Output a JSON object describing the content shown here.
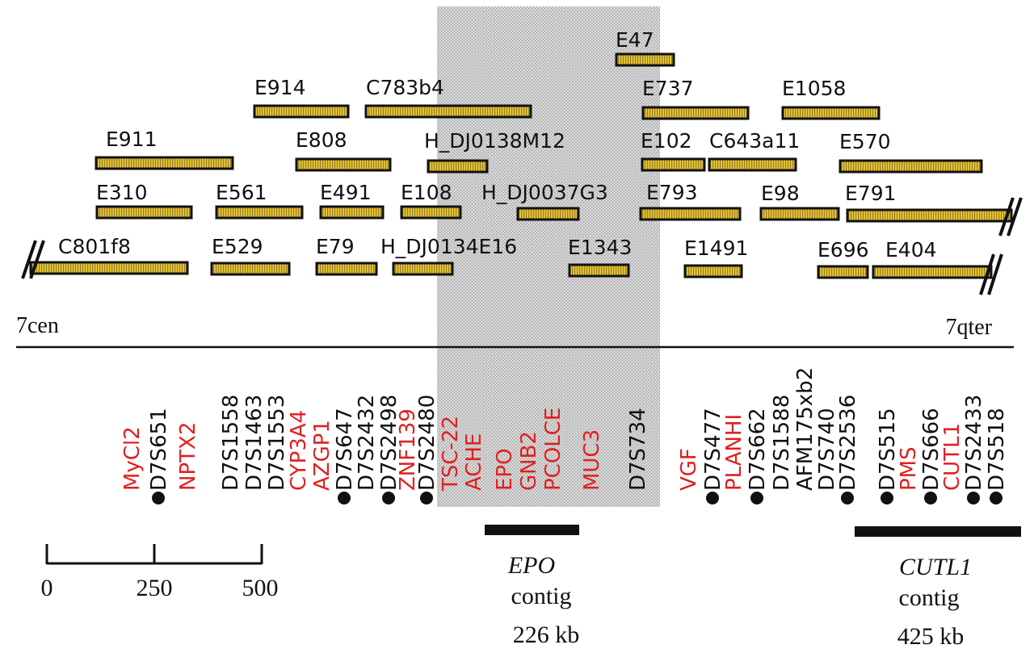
{
  "colors": {
    "clone_fill": "#e2c43c",
    "clone_border": "#111111",
    "highlight": "#d2d2d2",
    "red": "#e02020",
    "black": "#111111"
  },
  "clones": [
    {
      "id": "E47",
      "label": "E47"
    },
    {
      "id": "E914",
      "label": "E914"
    },
    {
      "id": "C783b4",
      "label": "C783b4"
    },
    {
      "id": "E737",
      "label": "E737"
    },
    {
      "id": "E1058",
      "label": "E1058"
    },
    {
      "id": "E911",
      "label": "E911"
    },
    {
      "id": "E808",
      "label": "E808"
    },
    {
      "id": "H_DJ0138M12",
      "label": "H_DJ0138M12"
    },
    {
      "id": "E102",
      "label": "E102"
    },
    {
      "id": "C643a11",
      "label": "C643a11"
    },
    {
      "id": "E570",
      "label": "E570"
    },
    {
      "id": "E310",
      "label": "E310"
    },
    {
      "id": "E561",
      "label": "E561"
    },
    {
      "id": "E491",
      "label": "E491"
    },
    {
      "id": "E108",
      "label": "E108"
    },
    {
      "id": "H_DJ0037G3",
      "label": "H_DJ0037G3"
    },
    {
      "id": "E793",
      "label": "E793"
    },
    {
      "id": "E98",
      "label": "E98"
    },
    {
      "id": "E791",
      "label": "E791"
    },
    {
      "id": "C801f8",
      "label": "C801f8"
    },
    {
      "id": "E529",
      "label": "E529"
    },
    {
      "id": "E79",
      "label": "E79"
    },
    {
      "id": "H_DJ0134E16",
      "label": "H_DJ0134E16"
    },
    {
      "id": "E1343",
      "label": "E1343"
    },
    {
      "id": "E1491",
      "label": "E1491"
    },
    {
      "id": "E696",
      "label": "E696"
    },
    {
      "id": "E404",
      "label": "E404"
    }
  ],
  "ends": {
    "left": "7cen",
    "right": "7qter"
  },
  "markers": [
    {
      "label": "MyCl2",
      "gene": true,
      "dot": false
    },
    {
      "label": "D7S651",
      "gene": false,
      "dot": true
    },
    {
      "label": "NPTX2",
      "gene": true,
      "dot": false
    },
    {
      "label": "D7S1558",
      "gene": false,
      "dot": false
    },
    {
      "label": "D7S1463",
      "gene": false,
      "dot": false
    },
    {
      "label": "D7S1553",
      "gene": false,
      "dot": false
    },
    {
      "label": "CYP3A4",
      "gene": true,
      "dot": false
    },
    {
      "label": "AZGP1",
      "gene": true,
      "dot": false
    },
    {
      "label": "D7S647",
      "gene": false,
      "dot": true
    },
    {
      "label": "D7S2432",
      "gene": false,
      "dot": false
    },
    {
      "label": "D7S2498",
      "gene": false,
      "dot": true
    },
    {
      "label": "ZNF139",
      "gene": true,
      "dot": false
    },
    {
      "label": "D7S2480",
      "gene": false,
      "dot": true
    },
    {
      "label": "TSC-22",
      "gene": true,
      "dot": false
    },
    {
      "label": "ACHE",
      "gene": true,
      "dot": false
    },
    {
      "label": "EPO",
      "gene": true,
      "dot": false
    },
    {
      "label": "GNB2",
      "gene": true,
      "dot": false
    },
    {
      "label": "PCOLCE",
      "gene": true,
      "dot": false
    },
    {
      "label": "MUC3",
      "gene": true,
      "dot": false
    },
    {
      "label": "D7S734",
      "gene": false,
      "dot": false
    },
    {
      "label": "VGF",
      "gene": true,
      "dot": false
    },
    {
      "label": "D7S477",
      "gene": false,
      "dot": true
    },
    {
      "label": "PLANHI",
      "gene": true,
      "dot": false
    },
    {
      "label": "D7S662",
      "gene": false,
      "dot": true
    },
    {
      "label": "D7S1588",
      "gene": false,
      "dot": false
    },
    {
      "label": "AFM175xb2",
      "gene": false,
      "dot": false
    },
    {
      "label": "D7S740",
      "gene": false,
      "dot": false
    },
    {
      "label": "D7S2536",
      "gene": false,
      "dot": true
    },
    {
      "label": "D7S515",
      "gene": false,
      "dot": true
    },
    {
      "label": "PMS",
      "gene": true,
      "dot": false
    },
    {
      "label": "D7S666",
      "gene": false,
      "dot": true
    },
    {
      "label": "CUTL1",
      "gene": true,
      "dot": false
    },
    {
      "label": "D7S2433",
      "gene": false,
      "dot": true
    },
    {
      "label": "D7S518",
      "gene": false,
      "dot": true
    }
  ],
  "scale": {
    "ticks": [
      "0",
      "250",
      "500"
    ]
  },
  "contigs": [
    {
      "name": "EPO",
      "word": "contig",
      "size": "226 kb"
    },
    {
      "name": "CUTL1",
      "word": "contig",
      "size": "425 kb"
    }
  ]
}
